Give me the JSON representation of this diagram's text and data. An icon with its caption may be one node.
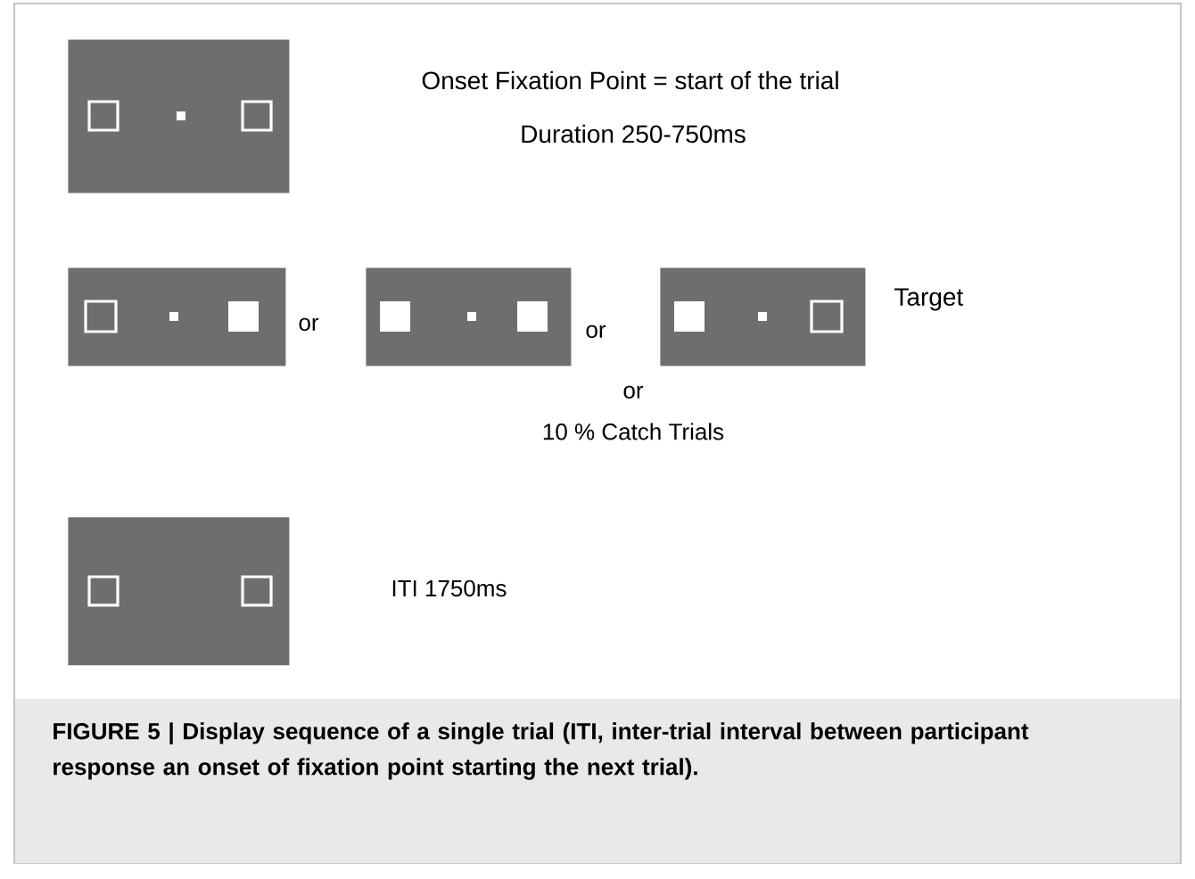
{
  "diagram": {
    "caption": "FIGURE 5 | Display sequence of a single trial (ITI, inter-trial interval between participant response an onset of fixation point starting the next trial).",
    "nodes": [
      {
        "text": [],
        "shape": "box",
        "beside": [
          "Onset Fixation Point = start of the trial",
          "Duration 250-750ms"
        ]
      },
      {
        "text": [],
        "shape": "box"
      },
      {
        "text": [],
        "shape": "box"
      },
      {
        "text": [],
        "shape": "box",
        "beside": [
          "Target"
        ]
      },
      {
        "text": [],
        "shape": "box"
      }
    ],
    "labels": [
      "or",
      "or",
      "or",
      "10 % Catch Trials",
      "ITI 1750ms"
    ]
  }
}
